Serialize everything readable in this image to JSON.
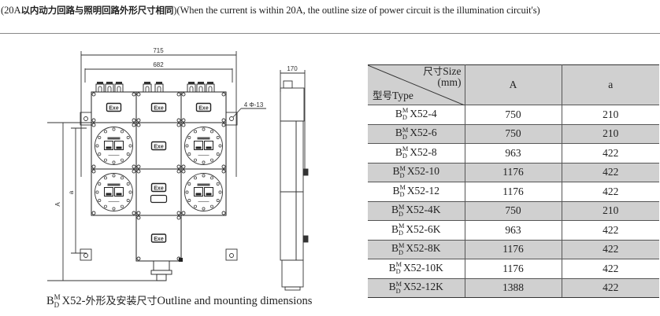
{
  "header_note": {
    "prefix": "(20A",
    "chinese": "以内动力回路与照明回路外形尺寸相同",
    "english": ")(When the current is within 20A, the outline size of power circuit is the illumination circuit's)"
  },
  "drawing": {
    "front_view": {
      "dim_overall_width": "715",
      "dim_hole_spacing": "682",
      "dim_total_height_label": "A",
      "dim_hole_height_label": "a",
      "mounting_holes_label": "4 Φ-13",
      "badge_text": "Exe",
      "compartment_rows": [
        [
          "junction-box",
          "junction-box",
          "junction-box"
        ],
        [
          "breaker-panel",
          "junction-box",
          "breaker-panel"
        ],
        [
          "breaker-panel",
          "junction-box-with-window",
          "breaker-panel"
        ],
        [
          "",
          "junction-box",
          ""
        ]
      ]
    },
    "side_view": {
      "dim_depth": "170"
    }
  },
  "caption": {
    "model_base": "B",
    "model_sup": "M",
    "model_sub": "D",
    "model_suffix": "X52-",
    "chinese": "外形及安装尺寸",
    "english": "Outline and mounting dimensions"
  },
  "table": {
    "header": {
      "size_label_cn": "尺寸",
      "size_label_en": "Size",
      "size_unit": "(mm)",
      "type_label_cn": "型号",
      "type_label_en": "Type",
      "col_A": "A",
      "col_a": "a"
    },
    "model_prefix": {
      "base": "B",
      "sup": "M",
      "sub": "D"
    },
    "rows": [
      {
        "type": "X52-4",
        "A": "750",
        "a": "210",
        "shaded": false
      },
      {
        "type": "X52-6",
        "A": "750",
        "a": "210",
        "shaded": true
      },
      {
        "type": "X52-8",
        "A": "963",
        "a": "422",
        "shaded": false
      },
      {
        "type": "X52-10",
        "A": "1176",
        "a": "422",
        "shaded": true
      },
      {
        "type": "X52-12",
        "A": "1176",
        "a": "422",
        "shaded": false
      },
      {
        "type": "X52-4K",
        "A": "750",
        "a": "210",
        "shaded": true
      },
      {
        "type": "X52-6K",
        "A": "963",
        "a": "422",
        "shaded": false
      },
      {
        "type": "X52-8K",
        "A": "1176",
        "a": "422",
        "shaded": true
      },
      {
        "type": "X52-10K",
        "A": "1176",
        "a": "422",
        "shaded": false
      },
      {
        "type": "X52-12K",
        "A": "1388",
        "a": "422",
        "shaded": true
      }
    ]
  },
  "colors": {
    "shaded_row": "#d0d0d0",
    "line": "#333333"
  }
}
